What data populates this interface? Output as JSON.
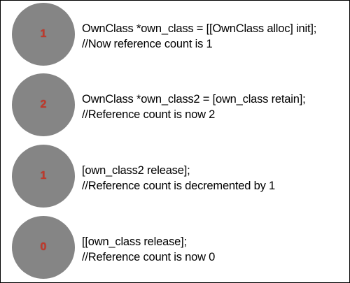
{
  "steps": [
    {
      "count": "1",
      "code": "OwnClass *own_class = [[OwnClass alloc] init];",
      "comment": "//Now reference count is 1"
    },
    {
      "count": "2",
      "code": "OwnClass *own_class2 = [own_class retain];",
      "comment": "//Reference count is now 2"
    },
    {
      "count": "1",
      "code": "[own_class2 release];",
      "comment": "//Reference count is decremented by 1"
    },
    {
      "count": "0",
      "code": "[[own_class release];",
      "comment": "//Reference count is now 0"
    }
  ],
  "colors": {
    "circle_fill": "#858585",
    "count_text": "#c0392b",
    "border": "#000000",
    "text": "#000000"
  }
}
